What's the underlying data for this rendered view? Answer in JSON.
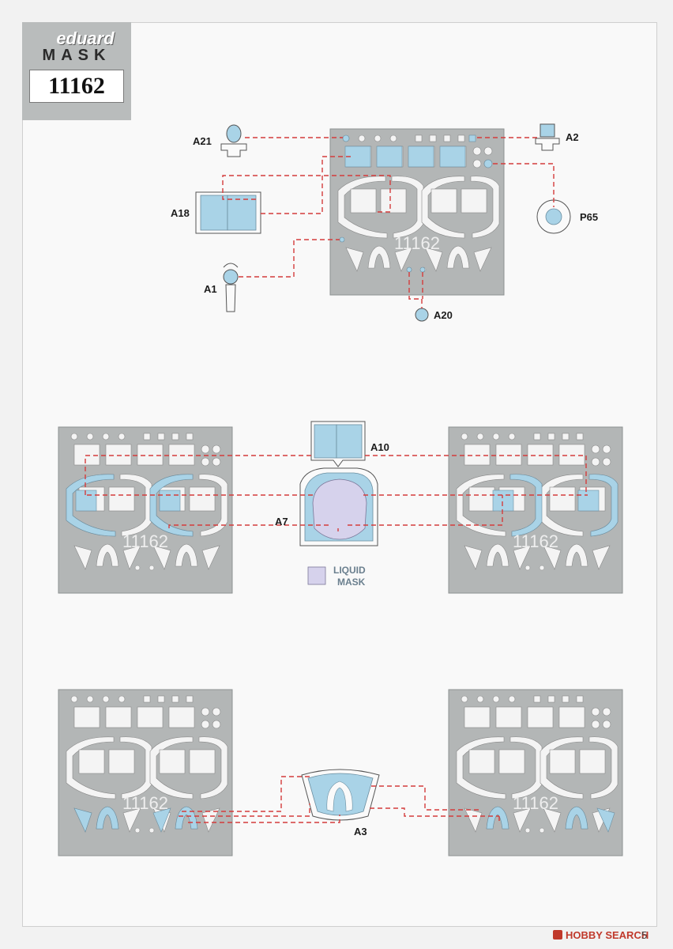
{
  "brand": {
    "name": "eduard",
    "product": "MASK",
    "set_number": "11162"
  },
  "colors": {
    "mask_blue": "#a9d3e7",
    "liquid_mask": "#d6d2ec",
    "sheet_gray": "#b3b6b6",
    "guide_red": "#d43c3c"
  },
  "callouts": {
    "a21": "A21",
    "a2": "A2",
    "a18": "A18",
    "p65": "P65",
    "a1": "A1",
    "a20": "A20",
    "a10": "A10",
    "a7": "A7",
    "a3": "A3"
  },
  "sheet_label": "11162",
  "legend": {
    "liquid_mask_line1": "LIQUID",
    "liquid_mask_line2": "MASK"
  },
  "footer": {
    "watermark": "HOBBY SEARCH",
    "page_number": "5"
  }
}
